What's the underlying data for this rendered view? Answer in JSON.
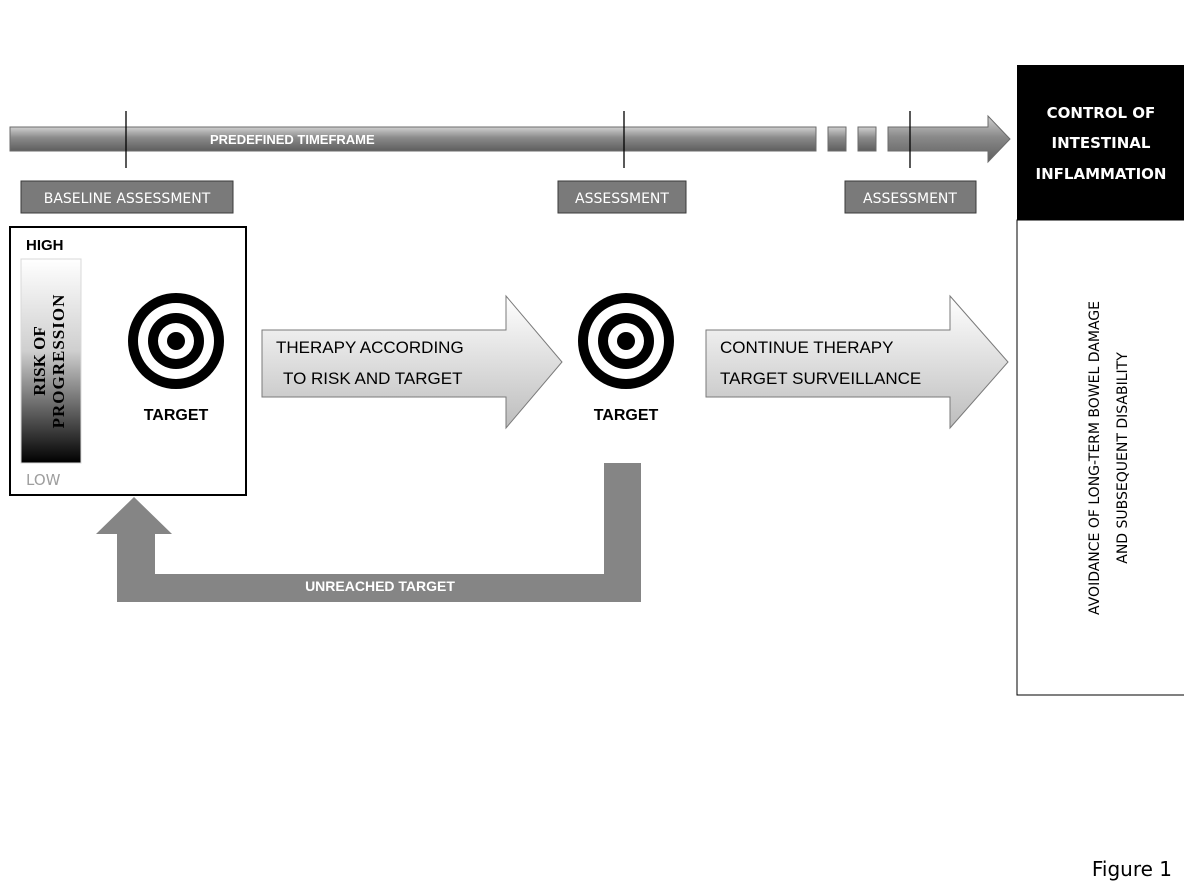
{
  "timeline": {
    "label": "PREDEFINED TIMEFRAME"
  },
  "assessments": {
    "baseline": "BASELINE ASSESSMENT",
    "middle": "ASSESSMENT",
    "right": "ASSESSMENT"
  },
  "risk_box": {
    "high": "HIGH",
    "low": "LOW",
    "scale_line1": "RISK OF",
    "scale_line2": "PROGRESSION",
    "target_label": "TARGET"
  },
  "middle_target": {
    "label": "TARGET"
  },
  "arrow_therapy": {
    "line1": "THERAPY ACCORDING",
    "line2": "TO RISK AND TARGET"
  },
  "arrow_continue": {
    "line1": "CONTINUE THERAPY",
    "line2": "TARGET SURVEILLANCE"
  },
  "feedback": {
    "label": "UNREACHED TARGET"
  },
  "outcome": {
    "header_line1": "CONTROL OF",
    "header_line2": "INTESTINAL",
    "header_line3": "INFLAMMATION",
    "body_line1": "AVOIDANCE OF LONG-TERM BOWEL DAMAGE",
    "body_line2": "AND SUBSEQUENT DISABILITY"
  },
  "caption": "Figure 1",
  "colors": {
    "timeline_fill": "#8c8c8c",
    "box_fill": "#7a7a7a",
    "feedback_arrow": "#858585",
    "header_fill": "#000000"
  }
}
